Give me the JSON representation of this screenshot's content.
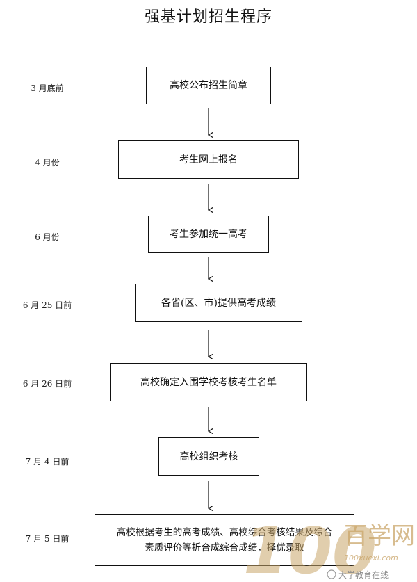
{
  "title": "强基计划招生程序",
  "steps": [
    {
      "date": "3 月底前",
      "text": "高校公布招生简章"
    },
    {
      "date": "4 月份",
      "text": "考生网上报名"
    },
    {
      "date": "6 月份",
      "text": "考生参加统一高考"
    },
    {
      "date": "6 月 25 日前",
      "text": "各省(区、市)提供高考成绩"
    },
    {
      "date": "6 月 26 日前",
      "text": "高校确定入围学校考核考生名单"
    },
    {
      "date": "7 月 4 日前",
      "text": "高校组织考核"
    },
    {
      "date": "7 月 5 日前",
      "text_line1": "高校根据考生的高考成绩、高校综合考核结果及综合",
      "text_line2": "素质评价等折合成综合成绩，择优录取"
    }
  ],
  "watermark": {
    "number": "100",
    "brand": "百学网",
    "url": "100xuexi.com",
    "caption": "大学教育在线"
  },
  "colors": {
    "line": "#111111",
    "watermark": "#c9a56a"
  }
}
